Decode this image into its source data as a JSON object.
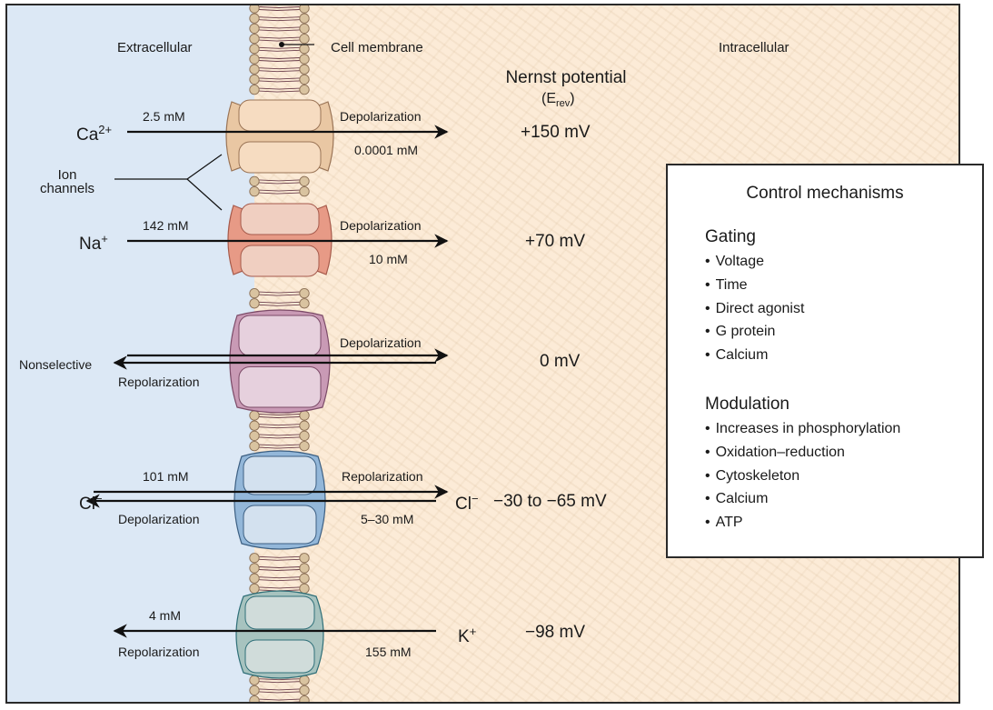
{
  "regions": {
    "extracellular": "Extracellular",
    "intracellular": "Intracellular",
    "membrane_label": "Cell membrane",
    "ion_channels_label": [
      "Ion",
      "channels"
    ]
  },
  "nernst": {
    "title": "Nernst potential",
    "subtitle_base": "(E",
    "subtitle_sub": "rev",
    "subtitle_close": ")"
  },
  "channels": [
    {
      "id": "ca",
      "ion_base": "Ca",
      "ion_sup": "2+",
      "outside_conc": "2.5 mM",
      "inside_conc": "0.0001 mM",
      "effect_in": "Depolarization",
      "potential": "+150 mV",
      "direction": "inward",
      "color_fill": "#e9c7a3",
      "color_inner": "#f6dcc1",
      "color_stroke": "#9a7456"
    },
    {
      "id": "na",
      "ion_base": "Na",
      "ion_sup": "+",
      "outside_conc": "142 mM",
      "inside_conc": "10 mM",
      "effect_in": "Depolarization",
      "potential": "+70 mV",
      "direction": "inward",
      "color_fill": "#e79a86",
      "color_inner": "#f0cfc1",
      "color_stroke": "#a65a4b"
    },
    {
      "id": "nonselective",
      "ion_base": "Nonselective",
      "ion_sup": "",
      "effect_in": "Depolarization",
      "effect_out": "Repolarization",
      "potential": "0 mV",
      "direction": "both",
      "color_fill": "#c99ab5",
      "color_inner": "#e6d0dd",
      "color_stroke": "#7c4b68"
    },
    {
      "id": "cl",
      "ion_base": "Cl",
      "ion_sup": "−",
      "outside_conc": "101 mM",
      "inside_conc": "5–30 mM",
      "effect_in": "Repolarization",
      "effect_out": "Depolarization",
      "inside_ion_base": "Cl",
      "inside_ion_sup": "−",
      "potential": "−30 to −65 mV",
      "direction": "both",
      "color_fill": "#93b7d9",
      "color_inner": "#d3e1ef",
      "color_stroke": "#3c5f82"
    },
    {
      "id": "k",
      "inside_ion_base": "K",
      "inside_ion_sup": "+",
      "outside_conc": "4 mM",
      "inside_conc": "155 mM",
      "effect_out": "Repolarization",
      "potential": "−98 mV",
      "direction": "outward",
      "color_fill": "#a7c3bf",
      "color_inner": "#d0dcda",
      "color_stroke": "#2f6f78"
    }
  ],
  "control_mechanisms": {
    "title": "Control mechanisms",
    "gating": {
      "heading": "Gating",
      "items": [
        "Voltage",
        "Time",
        "Direct agonist",
        "G protein",
        "Calcium"
      ]
    },
    "modulation": {
      "heading": "Modulation",
      "items": [
        "Increases in phosphorylation",
        "Oxidation–reduction",
        "Cytoskeleton",
        "Calcium",
        "ATP"
      ]
    }
  },
  "colors": {
    "extracellular": "#dce8f5",
    "intracellular": "#fcebd7",
    "lipid_head": "#d9c3a0",
    "lipid_head_stroke": "#8b6f55",
    "lipid_tail": "#6b3f4c"
  }
}
